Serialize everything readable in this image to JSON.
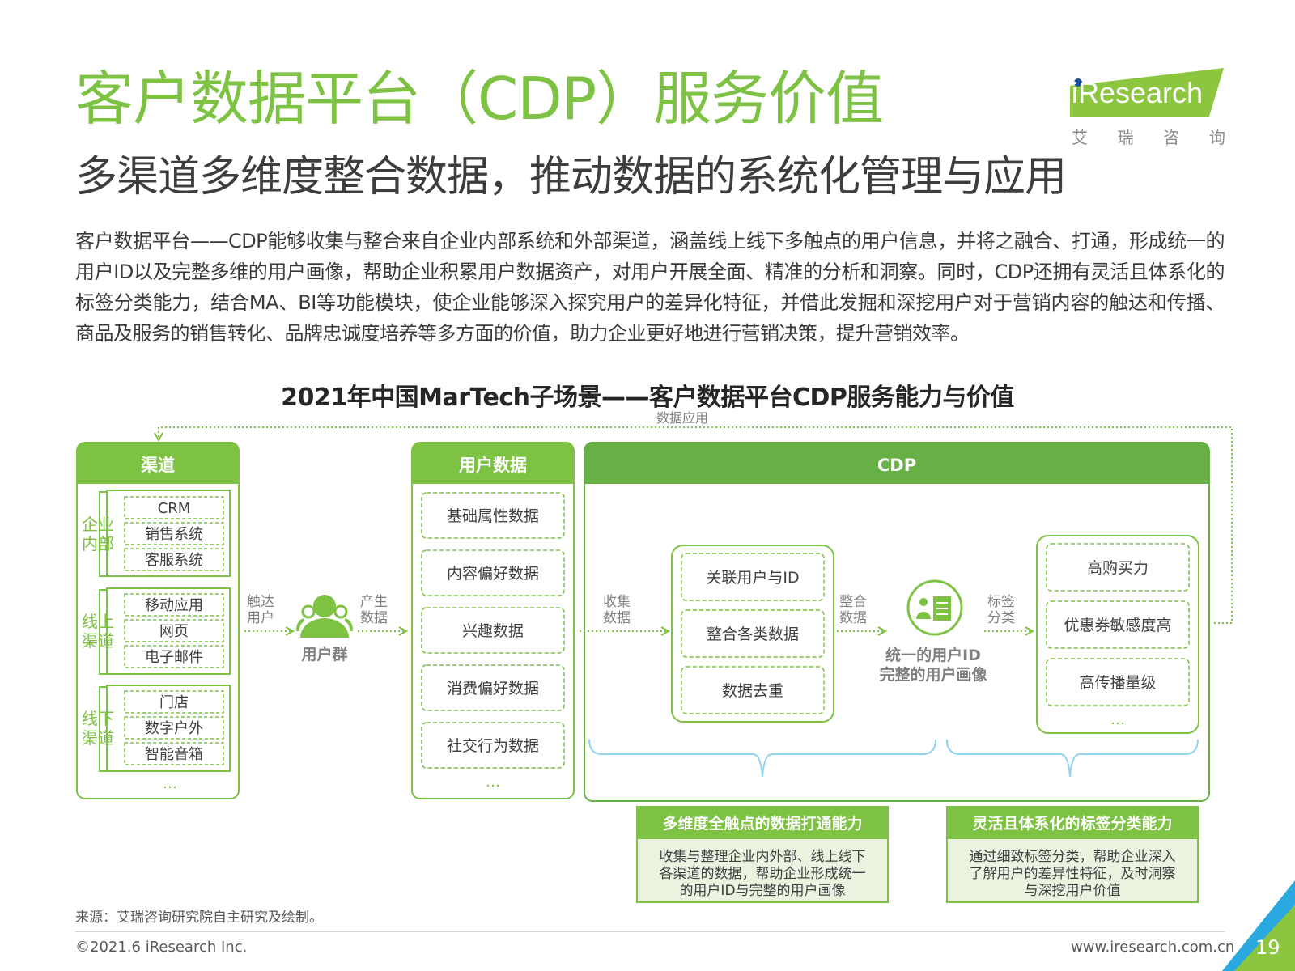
{
  "header": {
    "title": "客户数据平台（CDP）服务价值",
    "subtitle": "多渠道多维度整合数据，推动数据的系统化管理与应用"
  },
  "logo": {
    "brand": "iResearch",
    "cn_chars": [
      "艾",
      "瑞",
      "咨",
      "询"
    ]
  },
  "body_text": "客户数据平台——CDP能够收集与整合来自企业内部系统和外部渠道，涵盖线上线下多触点的用户信息，并将之融合、打通，形成统一的用户ID以及完整多维的用户画像，帮助企业积累用户数据资产，对用户开展全面、精准的分析和洞察。同时，CDP还拥有灵活且体系化的标签分类能力，结合MA、BI等功能模块，使企业能够深入探究用户的差异化特征，并借此发掘和深挖用户对于营销内容的触达和传播、商品及服务的销售转化、品牌忠诚度培养等多方面的价值，助力企业更好地进行营销决策，提升营销效率。",
  "diagram": {
    "title": "2021年中国MarTech子场景——客户数据平台CDP服务能力与价值",
    "feedback_label": "数据应用",
    "channels": {
      "header": "渠道",
      "groups": [
        {
          "label": "企业内部",
          "items": [
            "CRM",
            "销售系统",
            "客服系统"
          ]
        },
        {
          "label": "线上渠道",
          "items": [
            "移动应用",
            "网页",
            "电子邮件"
          ]
        },
        {
          "label": "线下渠道",
          "items": [
            "门店",
            "数字户外",
            "智能音箱"
          ]
        }
      ],
      "more": "…"
    },
    "arrow_touch": [
      "触达",
      "用户"
    ],
    "user_group_label": "用户群",
    "arrow_produce": [
      "产生",
      "数据"
    ],
    "user_data": {
      "header": "用户数据",
      "items": [
        "基础属性数据",
        "内容偏好数据",
        "兴趣数据",
        "消费偏好数据",
        "社交行为数据"
      ],
      "more": "…"
    },
    "cdp": {
      "header": "CDP",
      "arrow_collect": [
        "收集",
        "数据"
      ],
      "process_items": [
        "关联用户与ID",
        "整合各类数据",
        "数据去重"
      ],
      "arrow_integrate": [
        "整合",
        "数据"
      ],
      "profile_label": [
        "统一的用户ID",
        "完整的用户画像"
      ],
      "arrow_tag": [
        "标签",
        "分类"
      ],
      "tag_items": [
        "高购买力",
        "优惠券敏感度高",
        "高传播量级"
      ],
      "more": "…"
    },
    "capabilities": [
      {
        "title": "多维度全触点的数据打通能力",
        "desc": [
          "收集与整理企业内外部、线上线下",
          "各渠道的数据，帮助企业形成统一",
          "的用户ID与完整的用户画像"
        ]
      },
      {
        "title": "灵活且体系化的标签分类能力",
        "desc": [
          "通过细致标签分类，帮助企业深入",
          "了解用户的差异性特征，及时洞察",
          "与深挖用户价值"
        ]
      }
    ]
  },
  "footer": {
    "source": "来源：艾瑞咨询研究院自主研究及绘制。",
    "copyright": "©2021.6 iResearch Inc.",
    "website": "www.iresearch.com.cn",
    "page": "19"
  },
  "colors": {
    "green": "#7dc242",
    "dark_green": "#66b046",
    "light_green": "#e9f3e0",
    "blue_brace": "#8fd3ee"
  }
}
